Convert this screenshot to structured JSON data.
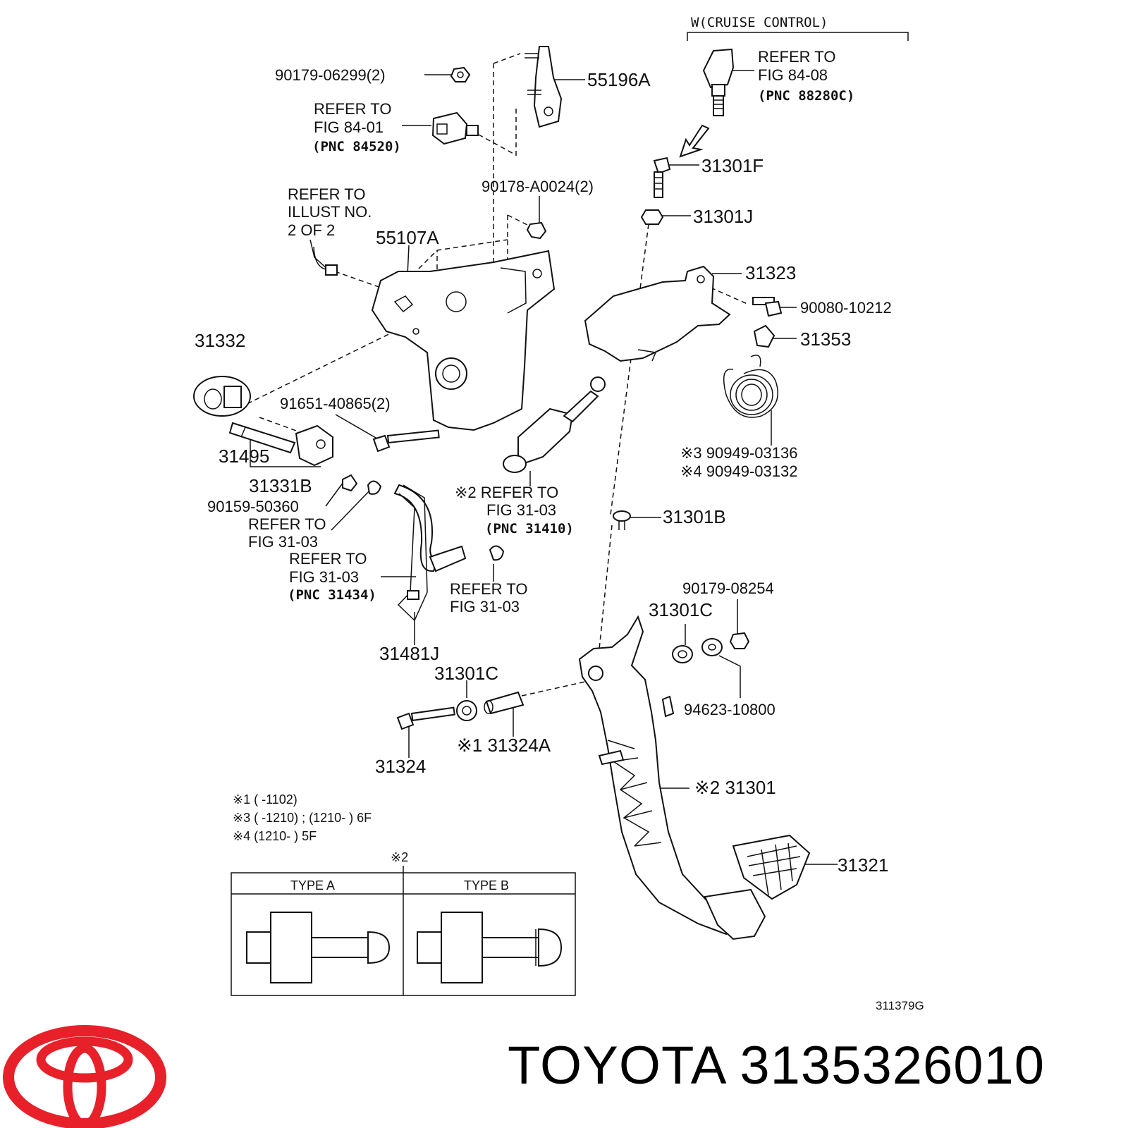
{
  "header": {
    "variant_label": "W(CRUISE CONTROL)"
  },
  "callouts": [
    {
      "id": "c1",
      "text": "90179-06299(2)"
    },
    {
      "id": "c2",
      "text": "55196A"
    },
    {
      "id": "c3",
      "text": "REFER TO"
    },
    {
      "id": "c4",
      "text": "FIG 84-01"
    },
    {
      "id": "c5",
      "text": "(PNC 84520)"
    },
    {
      "id": "c6",
      "text": "REFER TO"
    },
    {
      "id": "c7",
      "text": "FIG 84-08"
    },
    {
      "id": "c8",
      "text": "(PNC 88280C)"
    },
    {
      "id": "c9",
      "text": "31301F"
    },
    {
      "id": "c10",
      "text": "90178-A0024(2)"
    },
    {
      "id": "c11",
      "text": "31301J"
    },
    {
      "id": "c12",
      "text": "REFER TO"
    },
    {
      "id": "c13",
      "text": "ILLUST NO."
    },
    {
      "id": "c14",
      "text": "2 OF 2"
    },
    {
      "id": "c15",
      "text": "55107A"
    },
    {
      "id": "c16",
      "text": "31323"
    },
    {
      "id": "c17",
      "text": "90080-10212"
    },
    {
      "id": "c18",
      "text": "31332"
    },
    {
      "id": "c19",
      "text": "31353"
    },
    {
      "id": "c20",
      "text": "91651-40865(2)"
    },
    {
      "id": "c21",
      "text": "31495"
    },
    {
      "id": "c22",
      "text": "31331B"
    },
    {
      "id": "c23",
      "text": "※3  90949-03136"
    },
    {
      "id": "c24",
      "text": "※4  90949-03132"
    },
    {
      "id": "c25",
      "text": "90159-50360"
    },
    {
      "id": "c26",
      "text": "REFER TO"
    },
    {
      "id": "c27",
      "text": "FIG 31-03"
    },
    {
      "id": "c28",
      "text": "※2 REFER TO"
    },
    {
      "id": "c29",
      "text": "FIG 31-03"
    },
    {
      "id": "c30",
      "text": "(PNC 31410)"
    },
    {
      "id": "c31",
      "text": "31301B"
    },
    {
      "id": "c32",
      "text": "REFER TO"
    },
    {
      "id": "c33",
      "text": "FIG 31-03"
    },
    {
      "id": "c34",
      "text": "(PNC 31434)"
    },
    {
      "id": "c35",
      "text": "REFER TO"
    },
    {
      "id": "c36",
      "text": "FIG 31-03"
    },
    {
      "id": "c37",
      "text": "90179-08254"
    },
    {
      "id": "c38",
      "text": "31301C"
    },
    {
      "id": "c39",
      "text": "31481J"
    },
    {
      "id": "c40",
      "text": "31301C"
    },
    {
      "id": "c41",
      "text": "94623-10800"
    },
    {
      "id": "c42",
      "text": "31324"
    },
    {
      "id": "c43",
      "text": "※1 31324A"
    },
    {
      "id": "c44",
      "text": "※2 31301"
    },
    {
      "id": "c45",
      "text": "31321"
    }
  ],
  "notes": [
    "※1 (        -1102)",
    "※3 (        -1210) ; (1210-        ) 6F",
    "※4 (1210-        ) 5F"
  ],
  "type_table": {
    "marker": "※2",
    "columns": [
      "TYPE A",
      "TYPE B"
    ]
  },
  "figure_code": "311379G",
  "brand": {
    "name": "TOYOTA 3135326010",
    "logo_color": "#e8202a"
  }
}
